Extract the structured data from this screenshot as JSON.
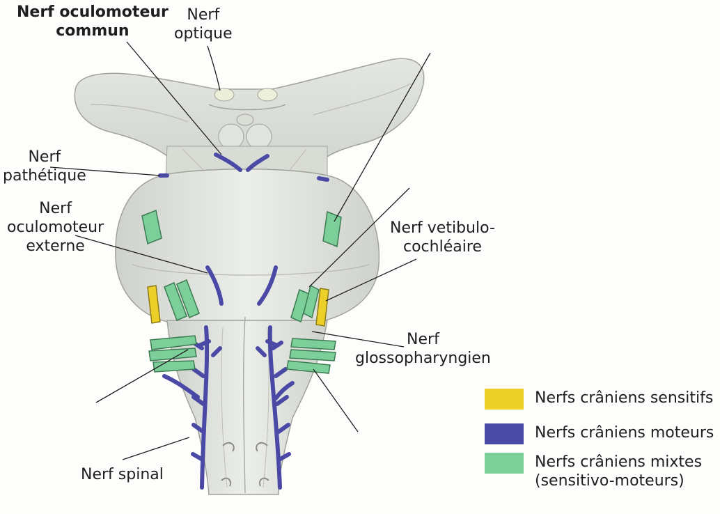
{
  "labels": {
    "oculomoteur_commun": [
      "Nerf oculomoteur",
      "commun"
    ],
    "optique": [
      "Nerf",
      "optique"
    ],
    "pathetique": [
      "Nerf",
      "pathétique"
    ],
    "oculomoteur_externe": [
      "Nerf",
      "oculomoteur",
      "externe"
    ],
    "vestibulo": [
      "Nerf vetibulo-",
      "cochléaire"
    ],
    "glosso": [
      "Nerf",
      "glossopharyngien"
    ],
    "spinal": [
      "Nerf spinal"
    ]
  },
  "legend": [
    {
      "lines": [
        "Nerfs crâniens sensitifs"
      ],
      "color": "#ecd028"
    },
    {
      "lines": [
        "Nerfs crâniens moteurs"
      ],
      "color": "#4a4aa6"
    },
    {
      "lines": [
        "Nerfs crâniens mixtes",
        "(sensitivo-moteurs)"
      ],
      "color": "#7ccf98"
    }
  ]
}
